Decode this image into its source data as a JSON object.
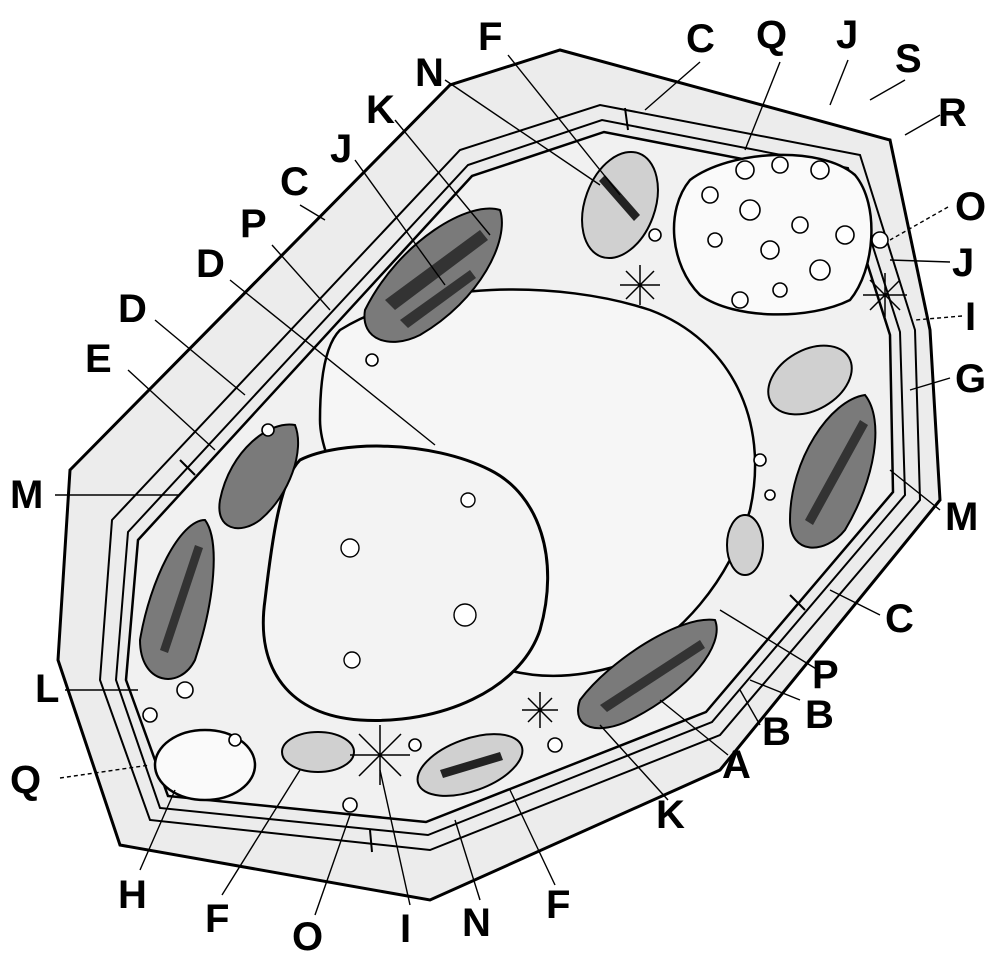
{
  "labels": {
    "top_F": "F",
    "top_C": "C",
    "top_Q": "Q",
    "top_J": "J",
    "top_S": "S",
    "top_R": "R",
    "top_N": "N",
    "top_K": "K",
    "top_J2": "J",
    "left_C": "C",
    "left_P": "P",
    "left_D1": "D",
    "left_D2": "D",
    "left_E": "E",
    "left_M": "M",
    "left_L": "L",
    "left_Q": "Q",
    "right_O": "O",
    "right_J": "J",
    "right_I": "I",
    "right_G": "G",
    "right_M": "M",
    "right_C": "C",
    "right_P": "P",
    "right_B1": "B",
    "right_B2": "B",
    "bottom_A": "A",
    "bottom_K": "K",
    "bottom_F1": "F",
    "bottom_N": "N",
    "bottom_I": "I",
    "bottom_O": "O",
    "bottom_F2": "F",
    "bottom_H": "H"
  }
}
